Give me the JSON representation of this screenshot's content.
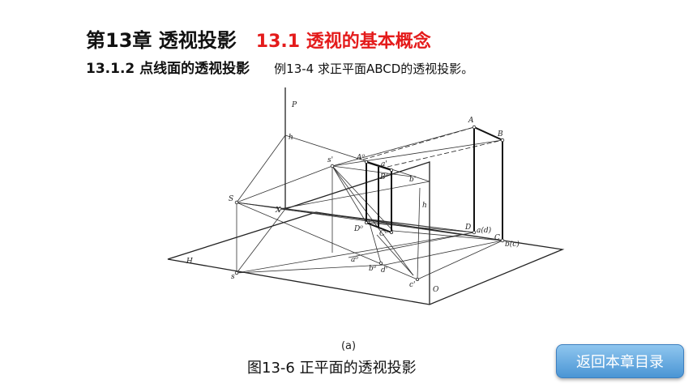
{
  "header": {
    "chapter": "第13章  透视投影",
    "section": "13.1  透视的基本概念",
    "subsection": "13.1.2 点线面的透视投影",
    "example": "例13-4 求正平面ABCD的透视投影。"
  },
  "figure": {
    "sublabel": "(a)",
    "caption": "图13-6 正平面的透视投影",
    "point_labels": {
      "P": "P",
      "H": "H",
      "h_top": "h",
      "S": "S",
      "X": "X",
      "s_low": "s",
      "s_prime": "s'",
      "A0": "A⁰",
      "B0": "B⁰",
      "a_prime": "a'",
      "b_prime": "b'",
      "h_mid": "h",
      "D0": "D⁰",
      "C0": "C⁰",
      "a0": "a⁰",
      "b0": "b⁰",
      "d_prime": "d'",
      "c_prime": "c'",
      "O": "O",
      "A": "A",
      "B": "B",
      "D": "D",
      "C": "C",
      "ad": "a(d)",
      "bc": "b(c)"
    }
  },
  "nav": {
    "back_label": "返回本章目录"
  }
}
